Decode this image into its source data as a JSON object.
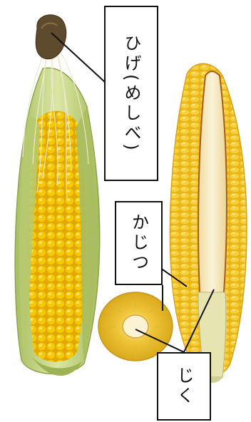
{
  "labels": {
    "silk": "ひげ(めしべ)",
    "kernel": "かじつ",
    "cob": "じく"
  },
  "colors": {
    "kernel_yellow": "#f4c400",
    "kernel_light": "#f8dc4a",
    "husk_green": "#c9d98a",
    "husk_dark": "#9fb45a",
    "silk": "#f1ecd3",
    "silk_tip": "#5a4628",
    "cob_cream": "#f6ecc8",
    "line": "#111111"
  }
}
